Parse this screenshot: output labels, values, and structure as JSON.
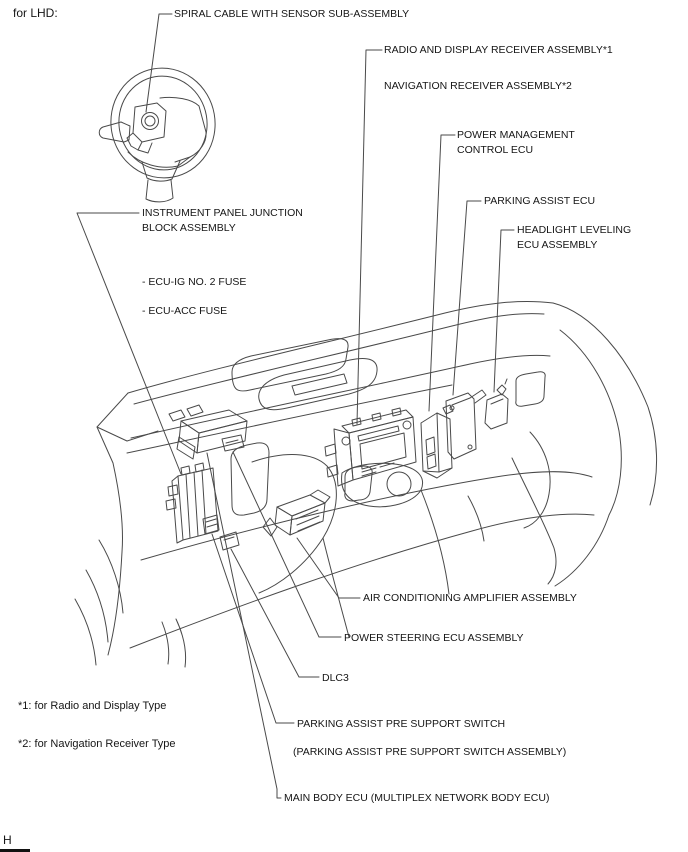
{
  "page": {
    "variant_label": "for LHD:",
    "page_marker": "H"
  },
  "colors": {
    "line_art": "#4a4a4a",
    "text": "#161616",
    "background": "#ffffff"
  },
  "labels": {
    "spiral_cable": {
      "text": "SPIRAL CABLE WITH SENSOR SUB-ASSEMBLY"
    },
    "radio_receiver": {
      "text": "RADIO AND DISPLAY RECEIVER ASSEMBLY*1"
    },
    "navigation_receiver": {
      "text": "NAVIGATION RECEIVER ASSEMBLY*2"
    },
    "power_management": {
      "line1": "POWER MANAGEMENT",
      "line2": "CONTROL ECU"
    },
    "parking_assist_ecu": {
      "text": "PARKING ASSIST ECU"
    },
    "headlight_leveling": {
      "line1": "HEADLIGHT LEVELING",
      "line2": "ECU ASSEMBLY"
    },
    "junction_block": {
      "line1": "INSTRUMENT PANEL JUNCTION",
      "line2": "BLOCK ASSEMBLY"
    },
    "fuse_ig": {
      "text": "- ECU-IG NO. 2 FUSE"
    },
    "fuse_acc": {
      "text": "- ECU-ACC FUSE"
    },
    "ac_amplifier": {
      "text": "AIR CONDITIONING AMPLIFIER ASSEMBLY"
    },
    "power_steering": {
      "text": "POWER STEERING ECU ASSEMBLY"
    },
    "dlc3": {
      "text": "DLC3"
    },
    "parking_switch": {
      "text": "PARKING ASSIST PRE SUPPORT SWITCH"
    },
    "parking_switch_alt": {
      "text": "(PARKING ASSIST PRE SUPPORT SWITCH ASSEMBLY)"
    },
    "main_body_ecu": {
      "text": "MAIN BODY ECU (MULTIPLEX NETWORK BODY ECU)"
    }
  },
  "footnotes": {
    "note1": "*1: for Radio and Display Type",
    "note2": "*2: for Navigation Receiver Type"
  }
}
